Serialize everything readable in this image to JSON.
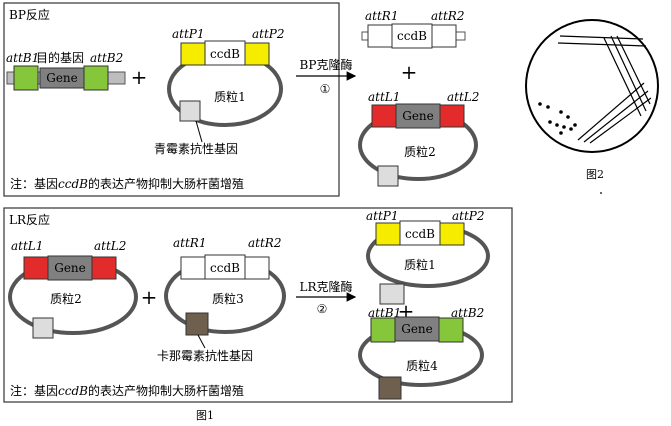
{
  "figure1": {
    "caption": "图1",
    "bp": {
      "title": "BP反应",
      "target_label": "目的基因",
      "attB1": "attB1",
      "attB2": "attB2",
      "gene_label": "Gene",
      "plus1": "+",
      "plasmid1": {
        "attP1": "attP1",
        "attP2": "attP2",
        "ccdb": "ccdB",
        "name": "质粒1"
      },
      "resistance_label": "青霉素抗性基因",
      "enzyme_label": "BP克隆酶",
      "step": "①",
      "product_attR1": "attR1",
      "product_attR2": "attR2",
      "product_ccdb": "ccdB",
      "plus2": "+",
      "plasmid2": {
        "attL1": "attL1",
        "attL2": "attL2",
        "gene": "Gene",
        "name": "质粒2"
      },
      "note_pre": "注：基因",
      "note_gene": "ccdB",
      "note_post": "的表达产物抑制大肠杆菌增殖"
    },
    "lr": {
      "title": "LR反应",
      "plasmid2": {
        "attL1": "attL1",
        "attL2": "attL2",
        "gene": "Gene",
        "name": "质粒2"
      },
      "plus1": "+",
      "plasmid3": {
        "attR1": "attR1",
        "attR2": "attR2",
        "ccdb": "ccdB",
        "name": "质粒3"
      },
      "resistance_label": "卡那霉素抗性基因",
      "enzyme_label": "LR克隆酶",
      "step": "②",
      "plasmid1": {
        "attP1": "attP1",
        "attP2": "attP2",
        "ccdb": "ccdB",
        "name": "质粒1"
      },
      "plus2": "+",
      "plasmid4": {
        "attB1": "attB1",
        "attB2": "attB2",
        "gene": "Gene",
        "name": "质粒4"
      },
      "note_pre": "注：基因",
      "note_gene": "ccdB",
      "note_post": "的表达产物抑制大肠杆菌增殖"
    }
  },
  "figure2": {
    "caption": "图2"
  },
  "colors": {
    "yellow": "#f5ec00",
    "red": "#e32b2b",
    "green": "#86c63a",
    "gene_gray": "#808080",
    "brown": "#6e5f4f",
    "light_box": "#dddddd",
    "ring": "#555555"
  }
}
